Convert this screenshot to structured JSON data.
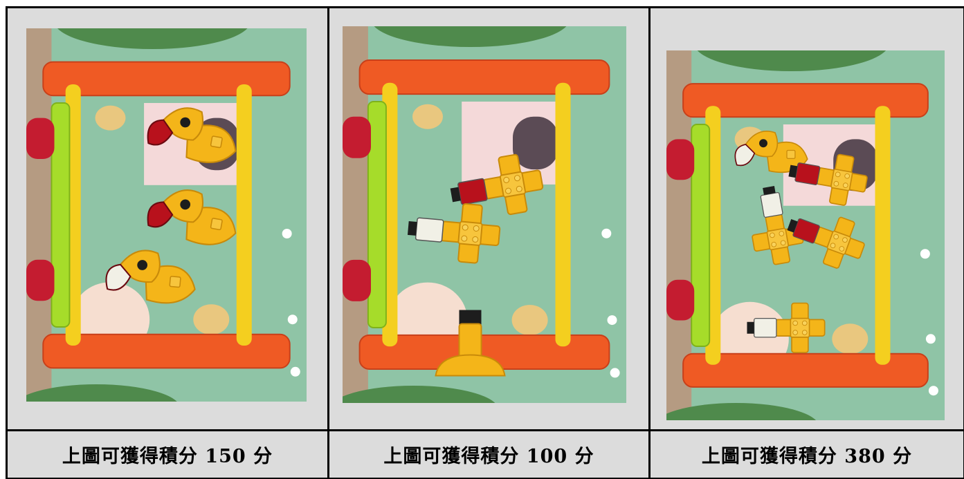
{
  "colors": {
    "cell_background": "#dcdcdc",
    "border": "#000000",
    "mat_green": "#8fc4a6",
    "floor_wood": "#b59b82",
    "rack_orange": "#ef5a24",
    "rack_yellow": "#f4cf1f",
    "lime_bar": "#a6dc2a",
    "wheel_red": "#c41c30",
    "brick_yellow": "#f4b519",
    "brick_red": "#b8111c",
    "brick_white": "#f1f0e6",
    "brick_black": "#1d1d1d"
  },
  "cells": [
    {
      "photo": {
        "icon": "brick-rack-photo",
        "pieces": "three-birds"
      },
      "caption": "上圖可獲得積分 150 分"
    },
    {
      "photo": {
        "icon": "brick-rack-photo",
        "pieces": "two-birds-one-outside"
      },
      "caption": "上圖可獲得積分 100 分"
    },
    {
      "photo": {
        "icon": "brick-rack-photo",
        "pieces": "five-birds"
      },
      "caption": "上圖可獲得積分 380 分"
    }
  ]
}
